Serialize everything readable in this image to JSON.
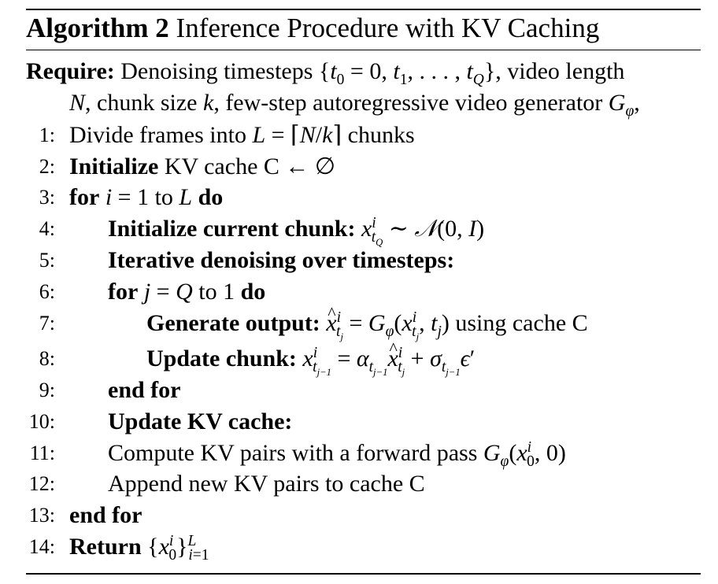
{
  "algorithm": {
    "label": "Algorithm 2",
    "title": "Inference Procedure with KV Caching"
  },
  "require": {
    "keyword": "Require:",
    "text_1": "Denoising timesteps",
    "text_2": ", video length",
    "text_3": ", chunk size",
    "text_4": ", few-step autoregressive video generator"
  },
  "steps": [
    {
      "num": "1:"
    },
    {
      "num": "2:",
      "bold": "Initialize",
      "text": "KV cache C ← ∅"
    },
    {
      "num": "3:",
      "kw_for": "for",
      "kw_to": "to",
      "kw_do": "do"
    },
    {
      "num": "4:",
      "bold": "Initialize current chunk:"
    },
    {
      "num": "5:",
      "bold": "Iterative denoising over timesteps:"
    },
    {
      "num": "6:",
      "kw_for": "for",
      "kw_to": "to 1",
      "kw_do": "do"
    },
    {
      "num": "7:",
      "bold": "Generate output:",
      "text": "using cache C"
    },
    {
      "num": "8:",
      "bold": "Update chunk:"
    },
    {
      "num": "9:",
      "bold": "end for"
    },
    {
      "num": "10:",
      "bold": "Update KV cache:"
    },
    {
      "num": "11:",
      "text": "Compute KV pairs with a forward pass"
    },
    {
      "num": "12:",
      "text": "Append new KV pairs to cache C"
    },
    {
      "num": "13:",
      "bold": "end for"
    },
    {
      "num": "14:",
      "bold": "Return"
    }
  ],
  "step1_text": "Divide frames into",
  "step1_tail": "chunks"
}
